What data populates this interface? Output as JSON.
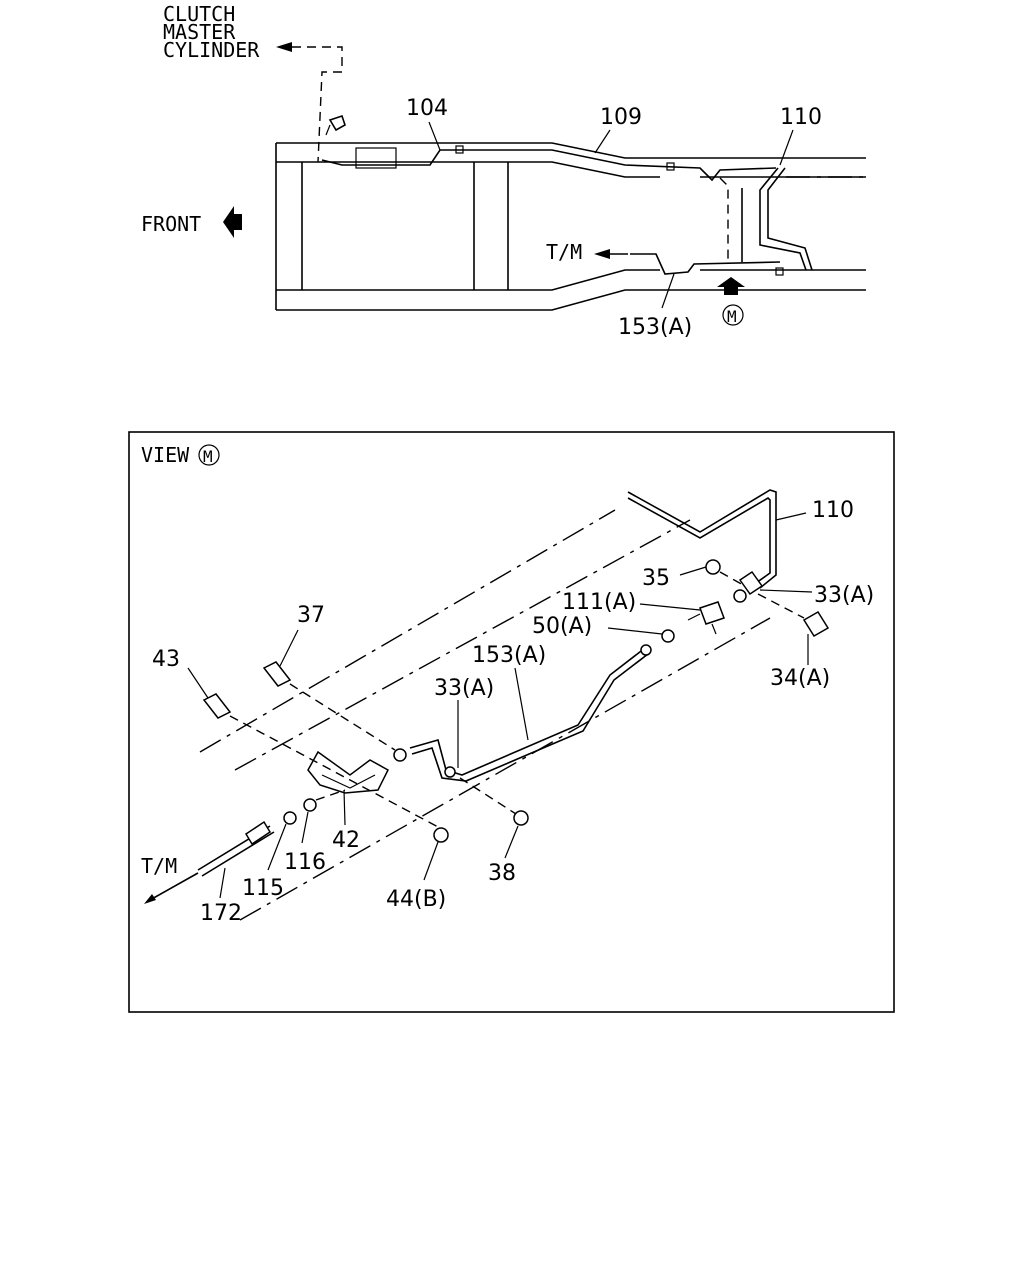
{
  "top": {
    "clutch": [
      "CLUTCH",
      "MASTER",
      "CYLINDER"
    ],
    "front": "FRONT",
    "tm": "T/M",
    "m": "M",
    "labels": {
      "p104": "104",
      "p109": "109",
      "p110": "110",
      "p153a": "153(A)"
    }
  },
  "view": {
    "title": "VIEW",
    "m": "M",
    "tm": "T/M",
    "labels": {
      "p110": "110",
      "p35": "35",
      "p33a_r": "33(A)",
      "p111a": "111(A)",
      "p50a": "50(A)",
      "p153a": "153(A)",
      "p37": "37",
      "p43": "43",
      "p33a_l": "33(A)",
      "p34a": "34(A)",
      "p42": "42",
      "p116": "116",
      "p115": "115",
      "p172": "172",
      "p38": "38",
      "p44b": "44(B)"
    }
  }
}
